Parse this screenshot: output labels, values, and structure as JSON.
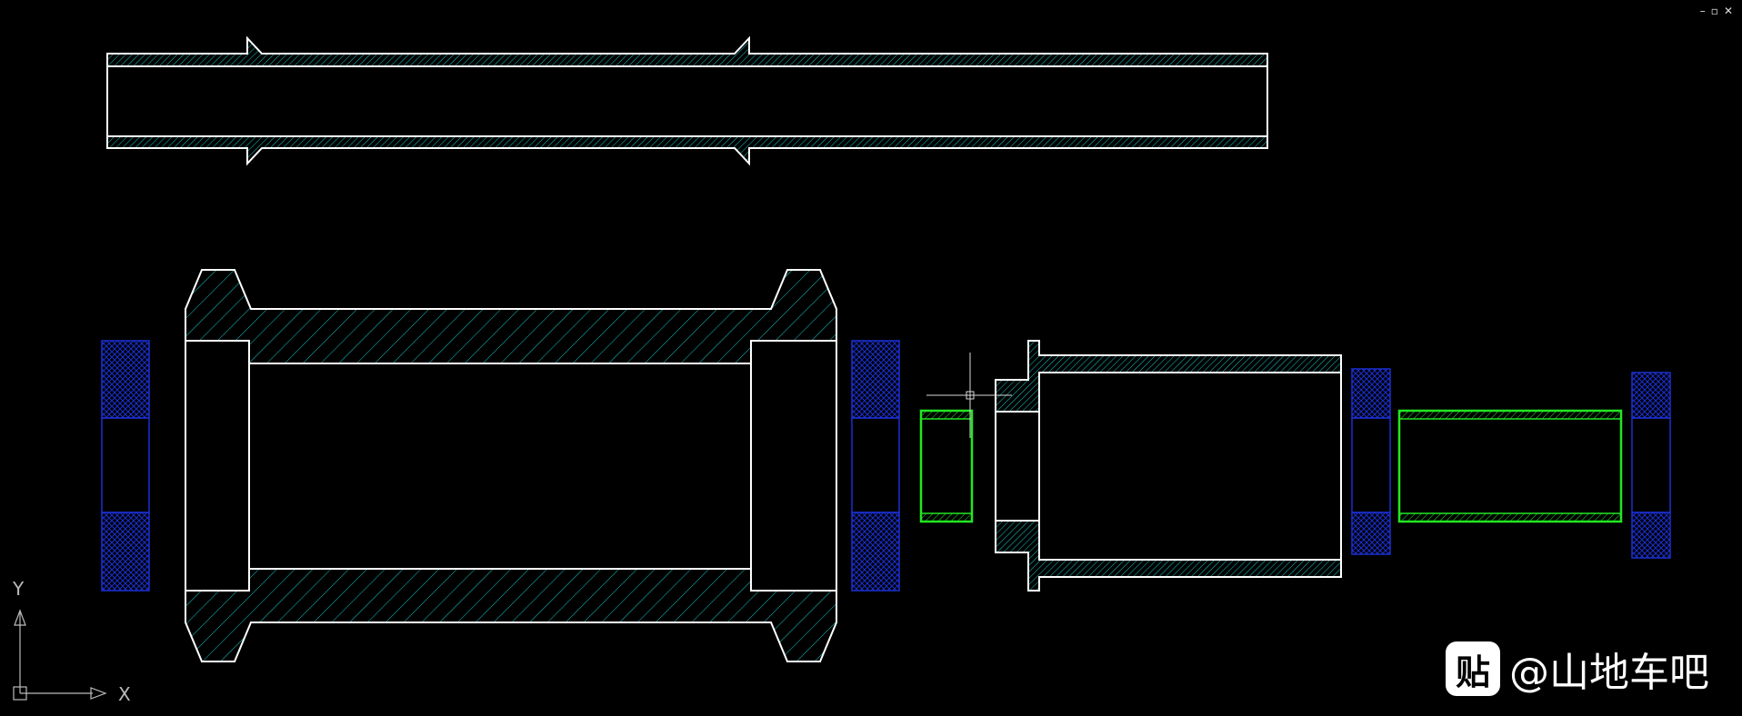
{
  "window_controls": {
    "minimize": "–",
    "restore": "▫",
    "close": "✕"
  },
  "ucs": {
    "x_label": "X",
    "y_label": "Y"
  },
  "watermark": {
    "logo_glyph": "贴",
    "text": "@山地车吧"
  },
  "colors": {
    "background": "#000000",
    "outline": "#ffffff",
    "hatch_cyan": "#18c8c8",
    "bearing_blue": "#1a2fd0",
    "highlight_green": "#22e622",
    "crosshair": "#d8d8d8"
  }
}
